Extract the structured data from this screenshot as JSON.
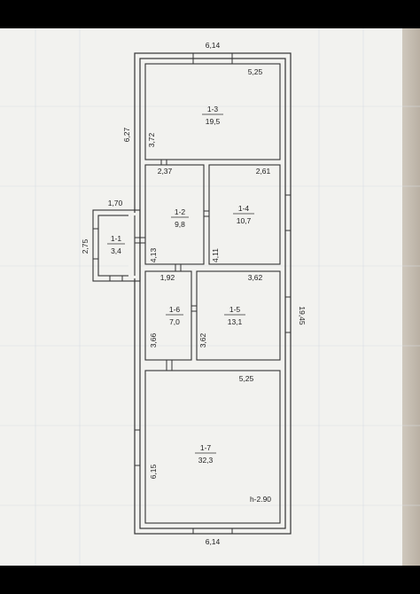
{
  "plan": {
    "rooms": [
      {
        "id": "1-1",
        "area": "3,4"
      },
      {
        "id": "1-2",
        "area": "9,8"
      },
      {
        "id": "1-3",
        "area": "19,5"
      },
      {
        "id": "1-4",
        "area": "10,7"
      },
      {
        "id": "1-5",
        "area": "13,1"
      },
      {
        "id": "1-6",
        "area": "7,0"
      },
      {
        "id": "1-7",
        "area": "32,3"
      }
    ],
    "dimensions": {
      "top_width": "6,14",
      "bottom_width": "6,14",
      "left_height_upper": "6,27",
      "right_total": "19,45",
      "vestibule_width": "1,70",
      "vestibule_height": "2,75",
      "r13_width": "5,25",
      "r13_height": "3,72",
      "r12_width": "2,37",
      "r12_height": "4,13",
      "r14_width": "2,61",
      "r14_height": "4,11",
      "r16_width": "1,92",
      "r16_height": "3,66",
      "r15_width": "3,62",
      "r15_height": "3,62",
      "r17_width": "5,25",
      "r17_height": "6,15"
    },
    "ceiling_height": "h-2.90"
  }
}
